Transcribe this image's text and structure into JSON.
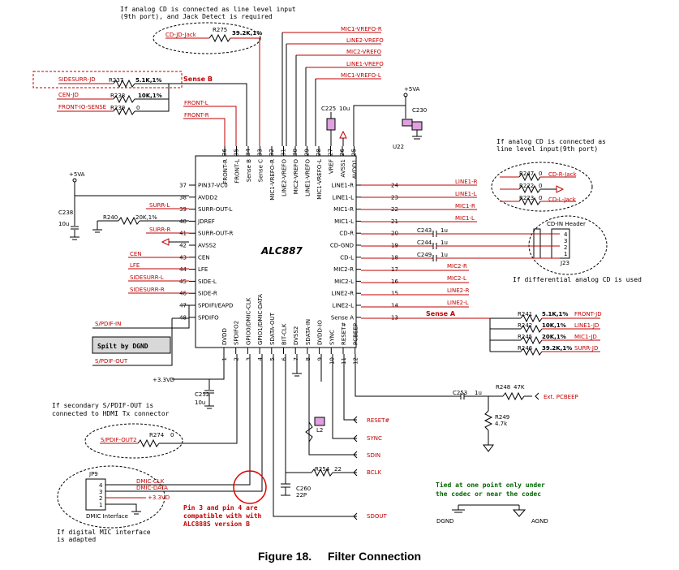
{
  "chip": {
    "name": "ALC887"
  },
  "caption": {
    "figure": "Figure 18.",
    "title": "Filter Connection"
  },
  "notes": {
    "cd_top_1": "If analog CD is connected as line level input",
    "cd_top_2": "(9th port), and Jack Detect is required",
    "cd_right_1": "If analog CD is connected as",
    "cd_right_2": "line level input(9th port)",
    "diff_cd": "If differential analog CD is used",
    "spdif2_1": "If secondary S/PDIF-OUT is",
    "spdif2_2": "connected to HDMI Tx connector",
    "dmic_1": "If digital MIC interface",
    "dmic_2": "is adapted",
    "pin34_1": "Pin 3 and pin 4 are",
    "pin34_2": "compatible with with",
    "pin34_3": "ALC888S version B",
    "tied_1": "Tied at one point only under",
    "tied_2": "the codec or near the codec",
    "spilt": "Spilt by DGND"
  },
  "pins_left": [
    {
      "num": "37",
      "name": "PIN37-VC0"
    },
    {
      "num": "38",
      "name": "AVDD2"
    },
    {
      "num": "39",
      "name": "SURR-OUT-L"
    },
    {
      "num": "40",
      "name": "JDREF"
    },
    {
      "num": "41",
      "name": "SURR-OUT-R"
    },
    {
      "num": "42",
      "name": "AVSS2"
    },
    {
      "num": "43",
      "name": "CEN"
    },
    {
      "num": "44",
      "name": "LFE"
    },
    {
      "num": "45",
      "name": "SIDE-L"
    },
    {
      "num": "46",
      "name": "SIDE-R"
    },
    {
      "num": "47",
      "name": "SPDIFI/EAPD"
    },
    {
      "num": "48",
      "name": "SPDIFO"
    }
  ],
  "pins_right": [
    {
      "num": "24",
      "name": "LINE1-R"
    },
    {
      "num": "23",
      "name": "LINE1-L"
    },
    {
      "num": "22",
      "name": "MIC1-R"
    },
    {
      "num": "21",
      "name": "MIC1-L"
    },
    {
      "num": "20",
      "name": "CD-R"
    },
    {
      "num": "19",
      "name": "CD-GND"
    },
    {
      "num": "18",
      "name": "CD-L"
    },
    {
      "num": "17",
      "name": "MIC2-R"
    },
    {
      "num": "16",
      "name": "MIC2-L"
    },
    {
      "num": "15",
      "name": "LINE2-R"
    },
    {
      "num": "14",
      "name": "LINE2-L"
    },
    {
      "num": "13",
      "name": "Sense A"
    }
  ],
  "pins_top": [
    {
      "num": "36",
      "name": "FRONT-R"
    },
    {
      "num": "35",
      "name": "FRONT-L"
    },
    {
      "num": "34",
      "name": "Sense B"
    },
    {
      "num": "33",
      "name": "Sense C"
    },
    {
      "num": "32",
      "name": "MIC1-VREFO-R"
    },
    {
      "num": "31",
      "name": "LINE2-VREFO"
    },
    {
      "num": "30",
      "name": "MIC2-VREFO"
    },
    {
      "num": "29",
      "name": "LINE1-VREFO"
    },
    {
      "num": "28",
      "name": "MIC1-VREFO-L"
    },
    {
      "num": "27",
      "name": "VREF"
    },
    {
      "num": "26",
      "name": "AVSS1"
    },
    {
      "num": "25",
      "name": "AVDD1"
    }
  ],
  "pins_bottom": [
    {
      "num": "1",
      "name": "DVDD"
    },
    {
      "num": "2",
      "name": "SPDIFO2"
    },
    {
      "num": "3",
      "name": "GPIO0/DMIC-CLK"
    },
    {
      "num": "4",
      "name": "GPIO1/DMIC-DATA"
    },
    {
      "num": "5",
      "name": "SDATA-OUT"
    },
    {
      "num": "6",
      "name": "BIT-CLK"
    },
    {
      "num": "7",
      "name": "DVSS2"
    },
    {
      "num": "8",
      "name": "SDATA-IN"
    },
    {
      "num": "9",
      "name": "DVDD-IO"
    },
    {
      "num": "10",
      "name": "SYNC"
    },
    {
      "num": "11",
      "name": "RESET#"
    },
    {
      "num": "12",
      "name": "PCBEEP"
    }
  ],
  "nets_left": {
    "surr_l": "SURR-L",
    "surr_r": "SURR-R",
    "cen": "CEN",
    "lfe": "LFE",
    "sidesurr_l": "SIDESURR-L",
    "sidesurr_r": "SIDESURR-R",
    "spdif_in": "S/PDIF-IN",
    "spdif_out": "S/PDIF-OUT",
    "front_l": "FRONT-L",
    "front_r": "FRONT-R",
    "sense_b": "Sense B",
    "cd_jd": "CD-JD-Jack",
    "sidesurr_jd": "SIDESURR-JD",
    "cen_jd": "CEN-JD",
    "front_io": "FRONT-IO-SENSE",
    "spdif_out2": "S/PDIF-OUT2",
    "dmic_clk": "DMIC-CLK",
    "dmic_data": "DMIC-DATA"
  },
  "nets_right": {
    "line1_r": "LINE1-R",
    "line1_l": "LINE1-L",
    "mic1_r": "MIC1-R",
    "mic1_l": "MIC1-L",
    "mic2_r": "MIC2-R",
    "mic2_l": "MIC2-L",
    "line2_r": "LINE2-R",
    "line2_l": "LINE2-L",
    "sense_a": "Sense A",
    "front_jd": "FRONT-JD",
    "line1_jd": "LINE1-JD",
    "mic1_jd": "MIC1-JD",
    "surr_jd": "SURR-JD",
    "cd_r_jack": "CD-R-Jack",
    "cd_l_jack": "CD-L-Jack"
  },
  "nets_top": {
    "mic1_vrefo_r": "MIC1-VREFO-R",
    "line2_vrefo": "LINE2-VREFO",
    "mic2_vrefo": "MIC2-VREFO",
    "line1_vrefo": "LINE1-VREFO",
    "mic1_vrefo_l": "MIC1-VREFO-L"
  },
  "nets_bottom": {
    "reset": "RESET#",
    "sync": "SYNC",
    "sdin": "SDIN",
    "bclk": "BCLK",
    "sdout": "SDOUT",
    "pcbeep": "Ext. PCBEEP"
  },
  "components": {
    "r275": "R275",
    "r275_v": "39.2K,1%",
    "r237": "R237",
    "r237_v": "5.1K,1%",
    "r238": "R238",
    "r238_v": "10K,1%",
    "r239": "R239",
    "r239_v": "0",
    "r240": "R240",
    "r240_v": "20K,1%",
    "r241": "R241",
    "r241_v": "5.1K,1%",
    "r242": "R242",
    "r242_v": "10K,1%",
    "r245": "R245",
    "r245_v": "20K,1%",
    "r246": "R246",
    "r246_v": "39.2K,1%",
    "r247": "R247",
    "r247_v": "0",
    "r222": "R222",
    "r222_v": "0",
    "r223": "R223",
    "r223_v": "0",
    "r248": "R248",
    "r248_v": "47K",
    "r249": "R249",
    "r249_v": "4.7k",
    "r254": "R254",
    "r254_v": "22",
    "r274": "R274",
    "r274_v": "0",
    "c225": "C225",
    "c225_v": "10u",
    "c230": "C230",
    "u22": "U22",
    "c238": "C238",
    "c238_v": "10u",
    "c243": "C243",
    "c244": "C244",
    "c249": "C249",
    "cap_1u": "1u",
    "c252": "C252",
    "c252_v": "10u",
    "c253": "C253",
    "c253_v": "1u",
    "c260": "C260",
    "c260_v": "22P",
    "j23": "J23",
    "cdin": "CD-IN Header",
    "jp9": "JP9",
    "dmic_if": "DMIC Interface",
    "l2": "L2",
    "conn_pins": [
      "4",
      "3",
      "2",
      "1"
    ]
  },
  "power": {
    "v5a": "+5VA",
    "v5a2": "+5VA",
    "v33d": "+3.3VD",
    "v33d2": "+3.3VD",
    "dgnd": "DGND",
    "agnd": "AGND"
  }
}
